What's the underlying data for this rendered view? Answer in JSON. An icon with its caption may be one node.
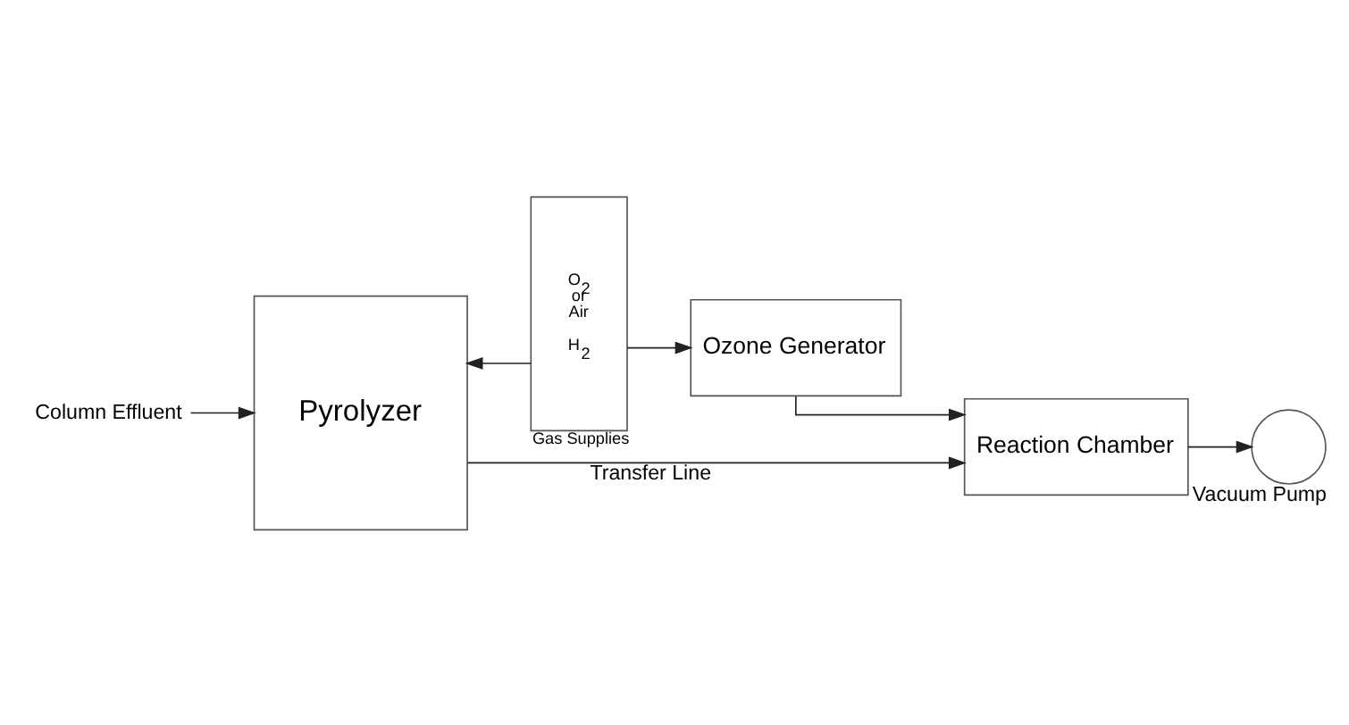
{
  "diagram": {
    "nodes": [
      {
        "text": [
          "Pyrolyzer"
        ]
      },
      {
        "text": [
          "O$_{2}$ or Air",
          "H$_{2}$"
        ],
        "beside": [
          "Gas Supplies"
        ]
      },
      {
        "text": [
          "Reaction Chamber"
        ]
      },
      {
        "text": [
          "Ozone Generator"
        ]
      },
      {
        "text": [],
        "shape": "circle",
        "beside": [
          "Vacuum Pump"
        ]
      },
      {
        "text": [
          "Column Effluent"
        ]
      }
    ],
    "edges": [
      {
        "from": 0,
        "to": 2,
        "arrow": "to",
        "label": "Transfer Line"
      },
      {
        "from": 1,
        "to": 0,
        "arrow": "to"
      },
      {
        "from": 1,
        "to": 3,
        "arrow": "to"
      },
      {
        "from": 3,
        "to": 2,
        "arrow": "to"
      },
      {
        "from": 2,
        "to": 4,
        "arrow": "to"
      },
      {
        "from": 5,
        "to": 0,
        "arrow": "to"
      }
    ]
  }
}
